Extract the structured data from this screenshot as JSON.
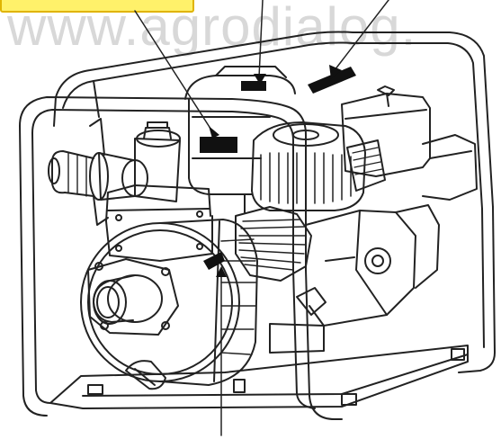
{
  "watermark": {
    "text": "www.agrodialog."
  },
  "colors": {
    "line": "#222222",
    "label_fill": "#fff16a",
    "label_border": "#e0b400",
    "watermark": "#d8d8d8",
    "decal": "#111111"
  },
  "parts": [
    "protection-frame",
    "engine-fuel-tank",
    "engine-cooling-fins",
    "recoil-starter-housing",
    "pump-volute-housing",
    "discharge-outlet",
    "suction-inlet",
    "priming-plug",
    "drain-plug",
    "warning-decals"
  ],
  "callouts": 4
}
